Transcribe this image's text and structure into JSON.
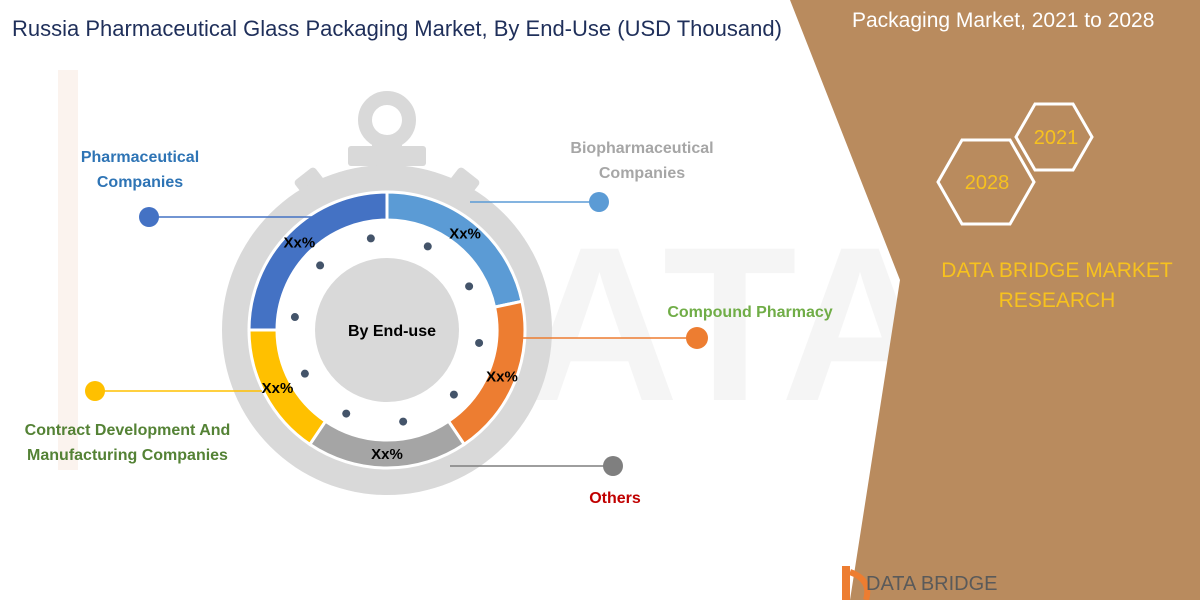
{
  "title": "Russia Pharmaceutical Glass Packaging Market, By End-Use (USD Thousand)",
  "right_panel": {
    "title": "Packaging Market, 2021 to 2028",
    "hex_years": [
      "2021",
      "2028"
    ],
    "company": "DATA BRIDGE MARKET RESEARCH",
    "bottom_logo_text": "DATA BRIDGE"
  },
  "dial": {
    "center_label": "By End-use",
    "segments": [
      {
        "label": "Pharmaceutical Companies",
        "value_label": "Xx%",
        "color": "#4472c4"
      },
      {
        "label": "Biopharmaceutical Companies",
        "value_label": "Xx%",
        "color": "#5b9bd5"
      },
      {
        "label": "Compound  Pharmacy",
        "value_label": "Xx%",
        "color": "#ed7d31"
      },
      {
        "label": "Others",
        "value_label": "Xx%",
        "color": "#a5a5a5"
      },
      {
        "label": "Contract  Development And Manufacturing Companies",
        "value_label": "Xx%",
        "color": "#ffc000"
      }
    ]
  },
  "colors": {
    "brown_panel": "#b98b5e",
    "dial_body": "#d9d9d9",
    "accent_yellow": "#f7c21e"
  }
}
